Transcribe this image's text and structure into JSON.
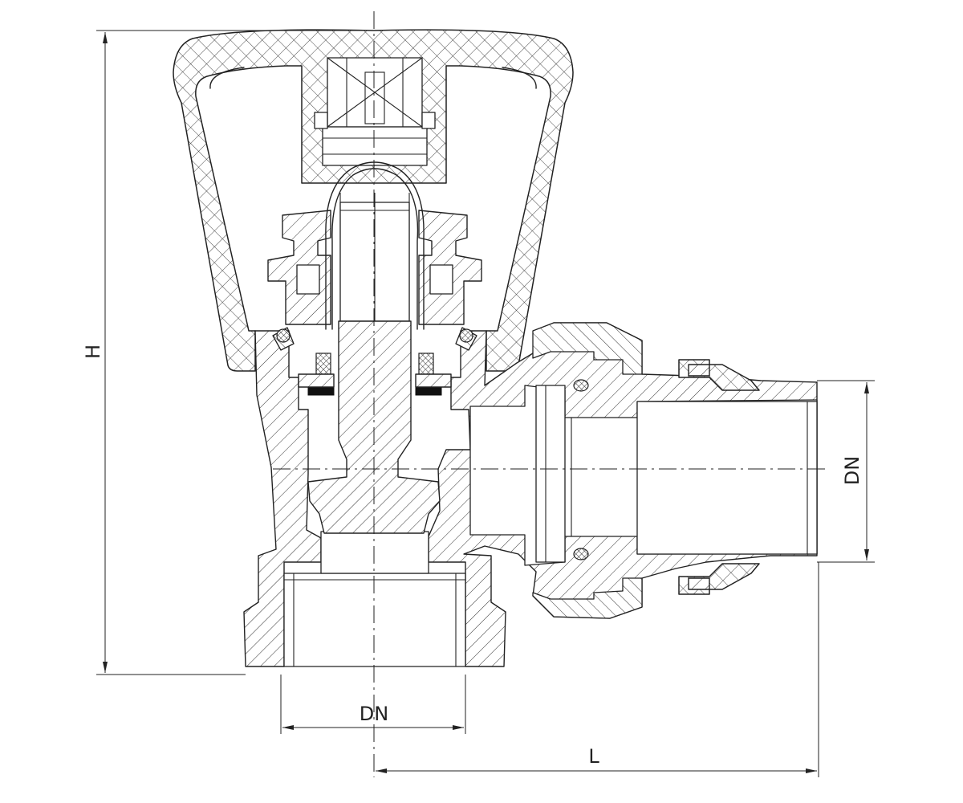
{
  "drawing": {
    "labels": {
      "height": "H",
      "bottom_diameter": "DN",
      "side_diameter": "DN",
      "length": "L"
    }
  }
}
